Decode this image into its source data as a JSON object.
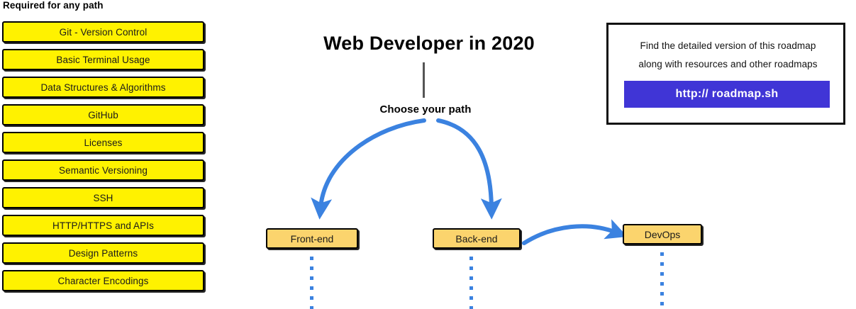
{
  "page": {
    "title": "Web Developer in 2020",
    "background_color": "#ffffff"
  },
  "colors": {
    "required_box_fill": "#FFF200",
    "path_node_fill": "#FBD46D",
    "arrow_blue": "#3B82E0",
    "link_button_fill": "#4035D6",
    "outline": "#000000",
    "stem_gray": "#555555"
  },
  "required_section": {
    "heading": "Required for any path",
    "items": [
      {
        "label": "Git - Version Control"
      },
      {
        "label": "Basic Terminal Usage"
      },
      {
        "label": "Data Structures & Algorithms"
      },
      {
        "label": "GitHub"
      },
      {
        "label": "Licenses"
      },
      {
        "label": "Semantic Versioning"
      },
      {
        "label": "SSH"
      },
      {
        "label": "HTTP/HTTPS and APIs"
      },
      {
        "label": "Design Patterns"
      },
      {
        "label": "Character Encodings"
      }
    ]
  },
  "center": {
    "title": "Web Developer in 2020",
    "choose_path_label": "Choose your path",
    "paths": [
      {
        "label": "Front-end"
      },
      {
        "label": "Back-end"
      },
      {
        "label": "DevOps"
      }
    ]
  },
  "info_box": {
    "line_1": "Find the detailed version of this roadmap",
    "line_2": "along with resources and other roadmaps",
    "link_label": "http:// roadmap.sh"
  }
}
